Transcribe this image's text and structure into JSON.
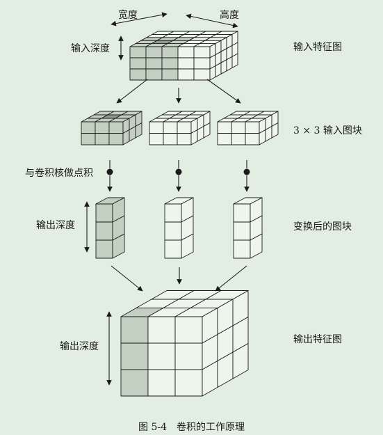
{
  "labels": {
    "width": "宽度",
    "height": "高度",
    "input_depth": "输入深度",
    "input_feature_map": "输入特征图",
    "input_patch": "3 × 3 输入图块",
    "dot_product": "与卷积核做点积",
    "output_depth_mid": "输出深度",
    "transformed_patch": "变换后的图块",
    "output_depth_bottom": "输出深度",
    "output_feature_map": "输出特征图"
  },
  "caption": "图 5-4　卷积的工作原理",
  "colors": {
    "background": "#e3eee2",
    "face_light": "#eef5ec",
    "face_shaded": "#c3cfc1",
    "face_dark": "#8f9a8d",
    "line": "#1a1a1a"
  }
}
